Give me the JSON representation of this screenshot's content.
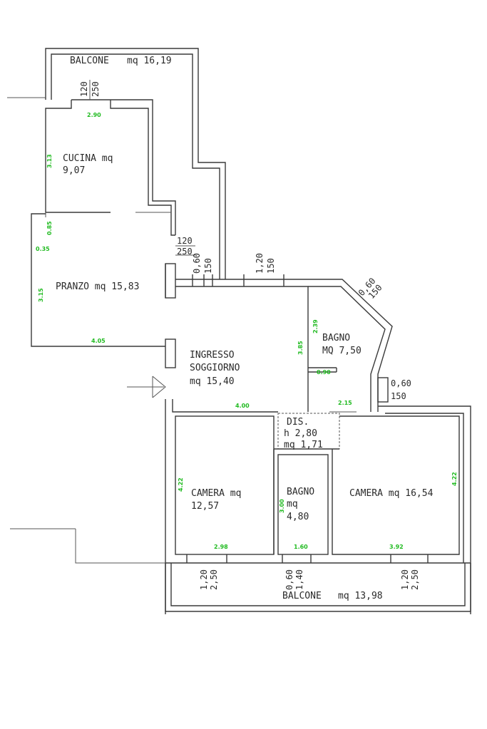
{
  "rooms": {
    "balcone_top": {
      "name": "BALCONE",
      "area": "mq 16,19"
    },
    "cucina": {
      "name": "CUCINA mq",
      "area": "9,07"
    },
    "pranzo": {
      "name": "PRANZO mq 15,83"
    },
    "ingresso": {
      "line1": "INGRESSO",
      "line2": "SOGGIORNO",
      "line3": "mq 15,40"
    },
    "bagno_top": {
      "name": "BAGNO",
      "area": "MQ 7,50"
    },
    "dis": {
      "line1": "DIS.",
      "line2": "h 2,80",
      "line3": "mq 1,71"
    },
    "camera_left": {
      "name": "CAMERA mq",
      "area": "12,57"
    },
    "bagno_small": {
      "name": "BAGNO",
      "line2": "mq",
      "area": "4,80"
    },
    "camera_right": {
      "name": "CAMERA mq 16,54"
    },
    "balcone_bottom": {
      "name": "BALCONE",
      "area": "mq 13,98"
    }
  },
  "dimensions": {
    "cucina_w": "2.90",
    "cucina_h": "3.13",
    "pranzo_a": "0.85",
    "pranzo_b": "0.35",
    "pranzo_h": "3.15",
    "pranzo_w": "4.05",
    "ingresso_w": "4.00",
    "bagno_h": "2.39",
    "bagno_w1": "0.90",
    "bagno_w2": "2.15",
    "wall_385": "3.85",
    "camera_l_h": "4.22",
    "camera_l_w": "2.98",
    "bagno_s_h": "3.00",
    "bagno_s_w": "1.60",
    "camera_r_h": "4.22",
    "camera_r_w": "3.92"
  },
  "windows": {
    "top_a": "120",
    "top_b": "250",
    "mid_a": "120",
    "mid_b": "250",
    "w060": "0,60",
    "w150": "150",
    "w120b": "1,20",
    "w150b": "150",
    "diag_a": "0,60",
    "diag_b": "150",
    "right_a": "0,60",
    "right_b": "150",
    "bot1_a": "1,20",
    "bot1_b": "2,50",
    "bot2_a": "0,60",
    "bot2_b": "1,40",
    "bot3_a": "1,20",
    "bot3_b": "2,50"
  }
}
